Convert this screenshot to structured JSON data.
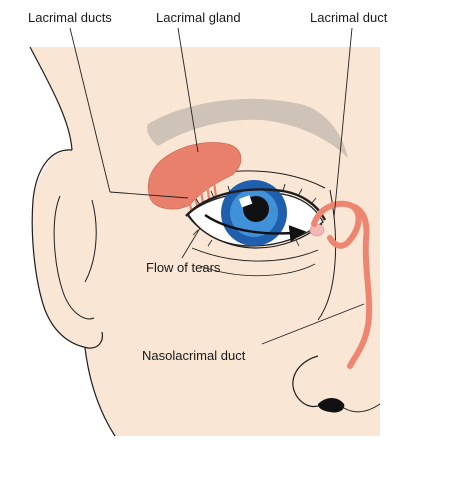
{
  "labels": {
    "lacrimal_ducts": "Lacrimal ducts",
    "lacrimal_gland": "Lacrimal gland",
    "lacrimal_duct": "Lacrimal duct",
    "flow_of_tears": "Flow of tears",
    "nasolacrimal_duct": "Nasolacrimal duct"
  },
  "colors": {
    "skin": "#f9e6d4",
    "outline": "#1e1e1e",
    "brow": "#cfc3b7",
    "gland": "#e8806c",
    "gland_stroke": "#c8604e",
    "duct": "#ee8570",
    "iris_outer": "#1f5fae",
    "iris_inner": "#4da2e6",
    "pupil": "#111111",
    "sclera": "#ffffff",
    "caruncle": "#f2b7b7",
    "arrow": "#111111"
  }
}
